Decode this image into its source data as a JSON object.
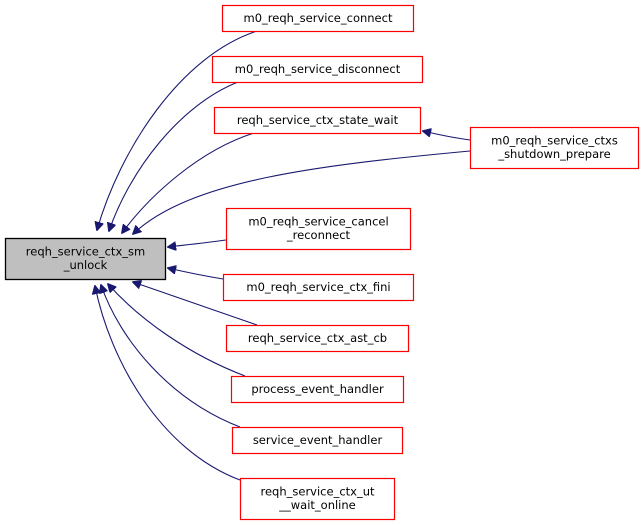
{
  "graph": {
    "type": "doxygen-caller-graph",
    "edge_color": "#191970",
    "node_border_color": "#ff0000",
    "focus_node_fill": "#bfbfbf",
    "focus_node_border": "#000000",
    "nodes": [
      {
        "id": "main",
        "lines": [
          "reqh_service_ctx_sm",
          "_unlock"
        ],
        "focus": true
      },
      {
        "id": "connect",
        "lines": [
          "m0_reqh_service_connect"
        ]
      },
      {
        "id": "disconnect",
        "lines": [
          "m0_reqh_service_disconnect"
        ]
      },
      {
        "id": "state_wait",
        "lines": [
          "reqh_service_ctx_state_wait"
        ]
      },
      {
        "id": "shutdown_prepare",
        "lines": [
          "m0_reqh_service_ctxs",
          "_shutdown_prepare"
        ]
      },
      {
        "id": "cancel_reconnect",
        "lines": [
          "m0_reqh_service_cancel",
          "_reconnect"
        ]
      },
      {
        "id": "ctx_fini",
        "lines": [
          "m0_reqh_service_ctx_fini"
        ]
      },
      {
        "id": "ast_cb",
        "lines": [
          "reqh_service_ctx_ast_cb"
        ]
      },
      {
        "id": "process_event",
        "lines": [
          "process_event_handler"
        ]
      },
      {
        "id": "service_event",
        "lines": [
          "service_event_handler"
        ]
      },
      {
        "id": "ut_wait_online",
        "lines": [
          "reqh_service_ctx_ut",
          "__wait_online"
        ]
      }
    ],
    "edges": [
      {
        "from": "connect",
        "to": "main"
      },
      {
        "from": "disconnect",
        "to": "main"
      },
      {
        "from": "state_wait",
        "to": "main"
      },
      {
        "from": "shutdown_prepare",
        "to": "main"
      },
      {
        "from": "shutdown_prepare",
        "to": "state_wait"
      },
      {
        "from": "cancel_reconnect",
        "to": "main"
      },
      {
        "from": "ctx_fini",
        "to": "main"
      },
      {
        "from": "ast_cb",
        "to": "main"
      },
      {
        "from": "process_event",
        "to": "main"
      },
      {
        "from": "service_event",
        "to": "main"
      },
      {
        "from": "ut_wait_online",
        "to": "main"
      }
    ]
  }
}
